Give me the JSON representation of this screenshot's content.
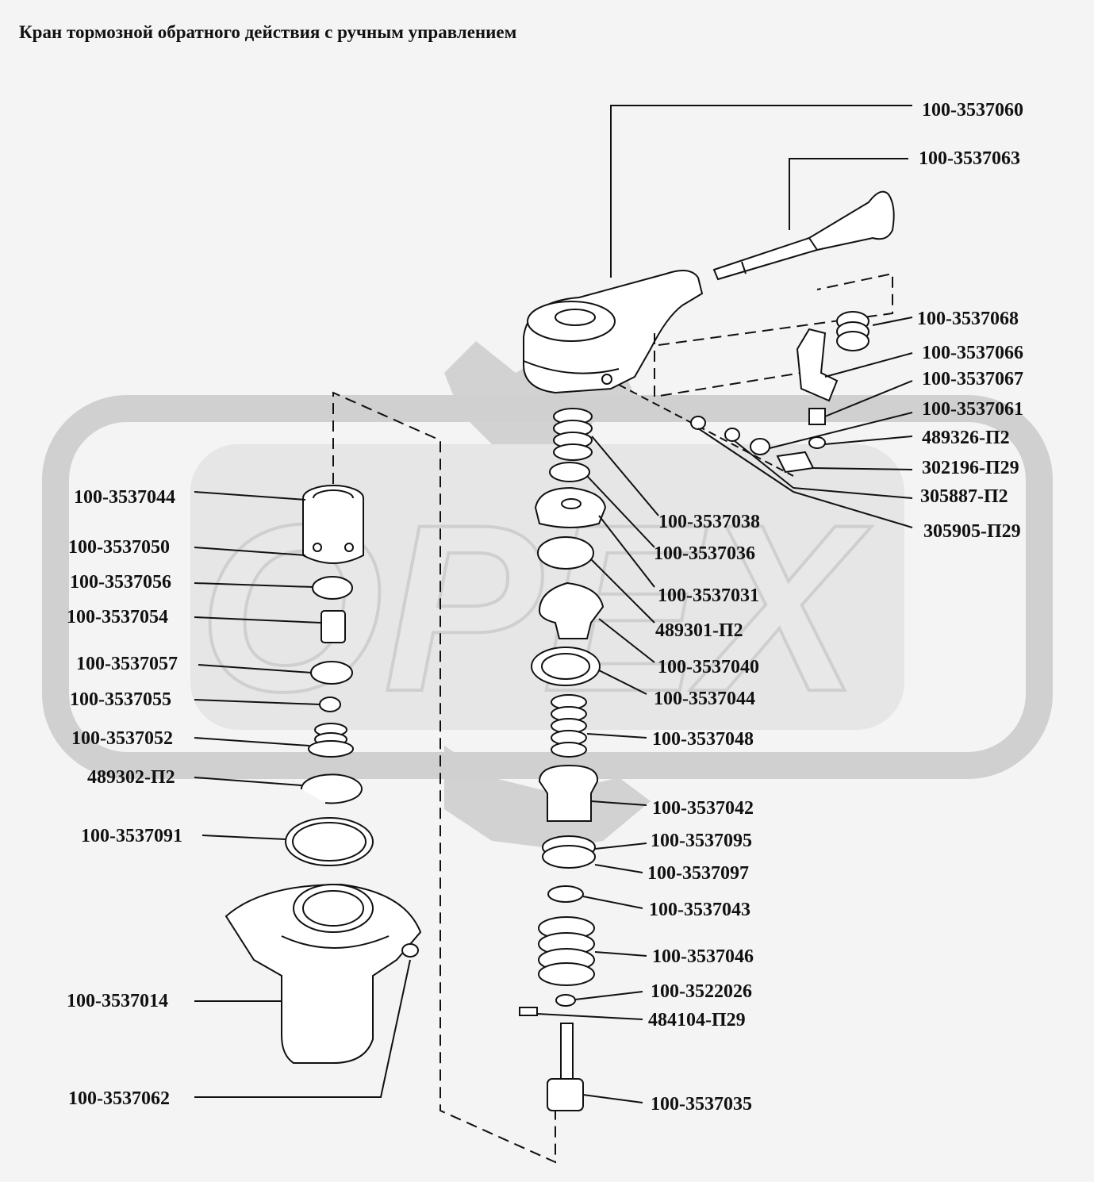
{
  "title": "Кран тормозной обратного действия с ручным управлением",
  "watermark": {
    "text": "ОРЕХ",
    "color": "#c9c9c9"
  },
  "colors": {
    "background": "#f4f4f4",
    "ink": "#111111",
    "part_fill": "#ffffff"
  },
  "labels": {
    "l1": "100-3537060",
    "l2": "100-3537063",
    "l3": "100-3537068",
    "l4": "100-3537066",
    "l5": "100-3537067",
    "l6": "100-3537061",
    "l7": "489326-П2",
    "l8": "302196-П29",
    "l9": "305887-П2",
    "l10": "305905-П29",
    "l11": "100-3537038",
    "l12": "100-3537036",
    "l13": "100-3537031",
    "l14": "489301-П2",
    "l15": "100-3537040",
    "l16": "100-3537044",
    "l17": "100-3537048",
    "l18": "100-3537042",
    "l19": "100-3537095",
    "l20": "100-3537097",
    "l21": "100-3537043",
    "l22": "100-3537046",
    "l23": "100-3522026",
    "l24": "484104-П29",
    "l25": "100-3537035",
    "l26": "100-3537044",
    "l27": "100-3537050",
    "l28": "100-3537056",
    "l29": "100-3537054",
    "l30": "100-3537057",
    "l31": "100-3537055",
    "l32": "100-3537052",
    "l33": "489302-П2",
    "l34": "100-3537091",
    "l35": "100-3537014",
    "l36": "100-3537062"
  }
}
